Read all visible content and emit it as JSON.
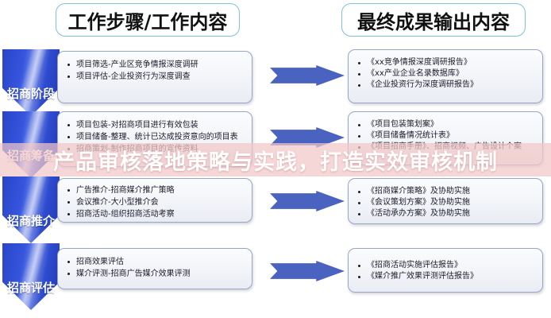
{
  "headers": {
    "left": "工作步骤/工作内容",
    "right": "最终成果输出内容"
  },
  "stages": [
    {
      "label": "招商阶段"
    },
    {
      "label": "招商筹备"
    },
    {
      "label": "招商推介"
    },
    {
      "label": "招商评估"
    }
  ],
  "rows": [
    {
      "left": [
        "项目筛选-产业区竞争情报深度调研",
        "项目评估-企业投资行为深度调查"
      ],
      "right": [
        "《xx竞争情报深度调研报告》",
        "《xx产业企业名录数据库》",
        "《企业投资行为深度调研报告》"
      ]
    },
    {
      "left": [
        "项目包装-对招商项目进行有效包装",
        "项目储备-整理、统计已达成投资意向的项目表",
        "招商策划-制作招商项目的宣传资料"
      ],
      "right": [
        "《项目包装策划案》",
        "《项目储备情况统计表》",
        "《项目招商手册》、招商视频、广告设计个案"
      ]
    },
    {
      "left": [
        "广告推介-招商媒介推广策略",
        "会议推介-大小型推介会",
        "招商活动-组织招商活动考察"
      ],
      "right": [
        "《招商媒介策略》及协助实施",
        "《会议策划方案》及协助实施",
        "《活动承办方案》及协助实施"
      ]
    },
    {
      "left": [
        "招商效果评估",
        "媒介评测-招商广告媒介效果评测"
      ],
      "right": [
        "《招商活动实施评估报告》",
        "《媒介推广效果评测评估报告》"
      ]
    }
  ],
  "watermark": {
    "text": "产品审核落地策略与实践，打造实效审核机制"
  },
  "colors": {
    "chevron_blue": "#2f4ccf",
    "arrow_blue": "#4a62c0",
    "header_border": "#7fbfe0",
    "panel_bg": "#f2f4f8",
    "watermark_band": "#f3c8c8"
  }
}
